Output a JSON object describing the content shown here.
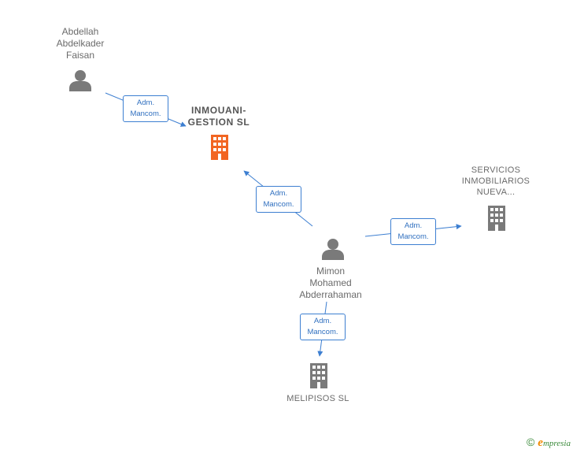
{
  "nodes": {
    "person_abdellah": {
      "label": "Abdellah\nAbdelkader\nFaisan",
      "icon": "person-icon"
    },
    "company_inmouani": {
      "label": "INMOUANI-\nGESTION  SL",
      "icon": "building-icon",
      "color": "#f26522"
    },
    "company_servicios": {
      "label": "SERVICIOS\nINMOBILIARIOS\nNUEVA...",
      "icon": "building-icon"
    },
    "person_mimon": {
      "label": "Mimon\nMohamed\nAbderrahaman",
      "icon": "person-icon"
    },
    "company_melipisos": {
      "label": "MELIPISOS SL",
      "icon": "building-icon"
    }
  },
  "edges": [
    {
      "from": "person_abdellah",
      "to": "company_inmouani",
      "label": "Adm.\nMancom."
    },
    {
      "from": "person_mimon",
      "to": "company_inmouani",
      "label": "Adm.\nMancom."
    },
    {
      "from": "person_mimon",
      "to": "company_servicios",
      "label": "Adm.\nMancom."
    },
    {
      "from": "person_mimon",
      "to": "company_melipisos",
      "label": "Adm.\nMancom."
    }
  ],
  "colors": {
    "node_gray": "#7a7a7a",
    "edge_blue": "#3d7fd1",
    "focus_orange": "#f26522"
  },
  "watermark": {
    "copyright": "©",
    "brand_initial": "e",
    "brand_rest": "mpresia"
  }
}
